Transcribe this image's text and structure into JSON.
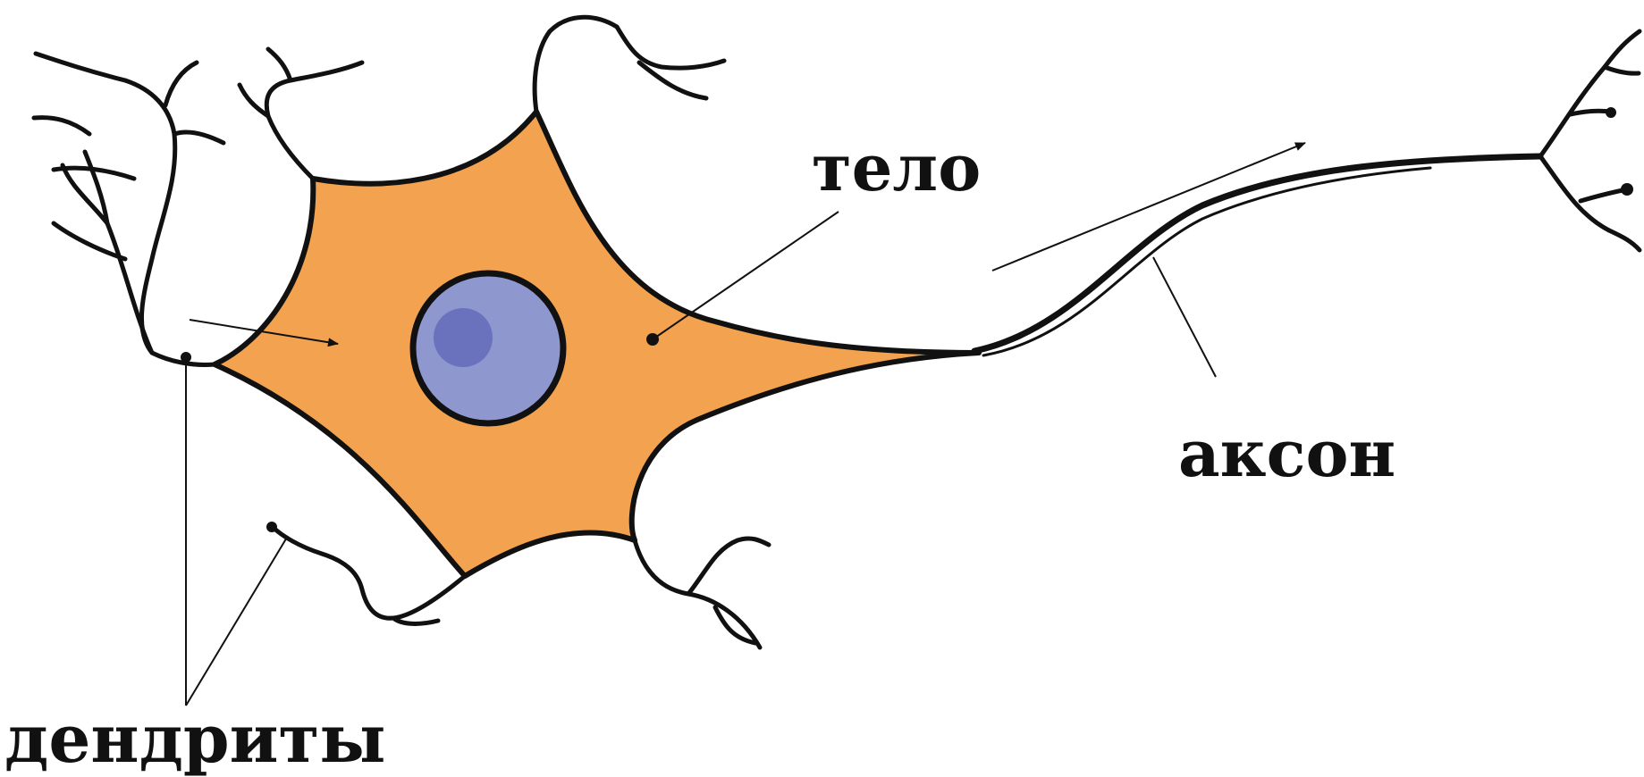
{
  "labels": {
    "body": "тело",
    "axon": "аксон",
    "dendrites": "дендриты"
  },
  "colors": {
    "cell_body": "#f3a34f",
    "nucleus": "#8f97cf",
    "nucleolus": "#6a72bd",
    "outline": "#111111"
  }
}
